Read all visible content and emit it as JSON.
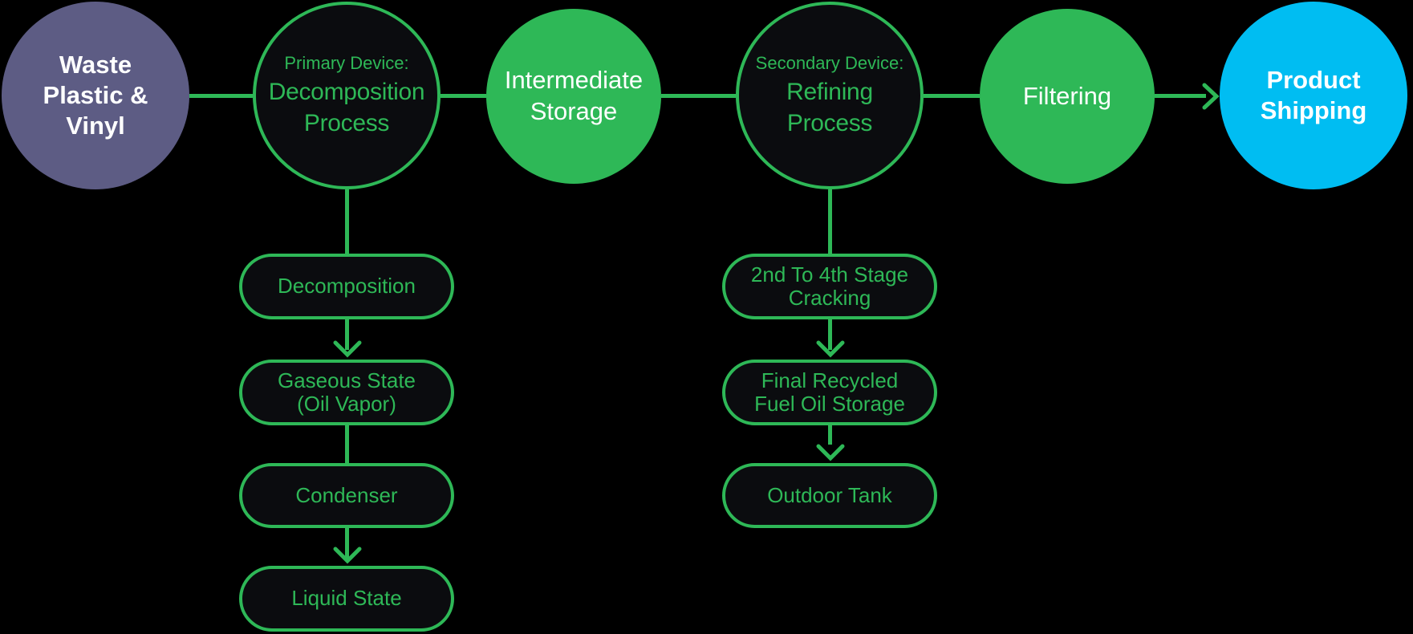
{
  "diagram_type": "flowchart",
  "colors": {
    "background": "#000000",
    "green": "#2eb857",
    "purple": "#5d5c84",
    "blue": "#00bdf2",
    "node_dark_fill": "#0b0c0f",
    "text_white": "#ffffff"
  },
  "nodes": {
    "waste": {
      "label": "Waste Plastic & Vinyl",
      "lines": [
        "Waste",
        "Plastic &",
        "Vinyl"
      ]
    },
    "primary": {
      "subtitle": "Primary Device:",
      "label": "Decomposition Process",
      "lines": [
        "Decomposition",
        "Process"
      ]
    },
    "intermediate": {
      "label": "Intermediate Storage",
      "lines": [
        "Intermediate",
        "Storage"
      ]
    },
    "secondary": {
      "subtitle": "Secondary Device:",
      "label": "Refining Process",
      "lines": [
        "Refining",
        "Process"
      ]
    },
    "filtering": {
      "label": "Filtering",
      "lines": [
        "Filtering"
      ]
    },
    "product": {
      "label": "Product Shipping",
      "lines": [
        "Product",
        "Shipping"
      ]
    }
  },
  "left_column": {
    "parent": "primary",
    "steps": [
      {
        "label": "Decomposition",
        "lines": [
          "Decomposition"
        ]
      },
      {
        "label": "Gaseous State (Oil Vapor)",
        "lines": [
          "Gaseous State",
          "(Oil Vapor)"
        ]
      },
      {
        "label": "Condenser",
        "lines": [
          "Condenser"
        ]
      },
      {
        "label": "Liquid State",
        "lines": [
          "Liquid State"
        ]
      }
    ]
  },
  "right_column": {
    "parent": "secondary",
    "steps": [
      {
        "label": "2nd To 4th Stage Cracking",
        "lines": [
          "2nd To 4th Stage",
          "Cracking"
        ]
      },
      {
        "label": "Final Recycled Fuel Oil Storage",
        "lines": [
          "Final Recycled",
          "Fuel Oil Storage"
        ]
      },
      {
        "label": "Outdoor Tank",
        "lines": [
          "Outdoor Tank"
        ]
      }
    ]
  },
  "edges": [
    {
      "from": "waste",
      "to": "primary",
      "arrow": false
    },
    {
      "from": "primary",
      "to": "intermediate",
      "arrow": false
    },
    {
      "from": "intermediate",
      "to": "secondary",
      "arrow": false
    },
    {
      "from": "secondary",
      "to": "filtering",
      "arrow": false
    },
    {
      "from": "filtering",
      "to": "product",
      "arrow": true
    },
    {
      "from": "primary",
      "to": "Decomposition",
      "arrow": false
    },
    {
      "from": "Decomposition",
      "to": "Gaseous State (Oil Vapor)",
      "arrow": true
    },
    {
      "from": "Gaseous State (Oil Vapor)",
      "to": "Condenser",
      "arrow": false
    },
    {
      "from": "Condenser",
      "to": "Liquid State",
      "arrow": true
    },
    {
      "from": "secondary",
      "to": "2nd To 4th Stage Cracking",
      "arrow": false
    },
    {
      "from": "2nd To 4th Stage Cracking",
      "to": "Final Recycled Fuel Oil Storage",
      "arrow": true
    },
    {
      "from": "Final Recycled Fuel Oil Storage",
      "to": "Outdoor Tank",
      "arrow": true
    }
  ]
}
